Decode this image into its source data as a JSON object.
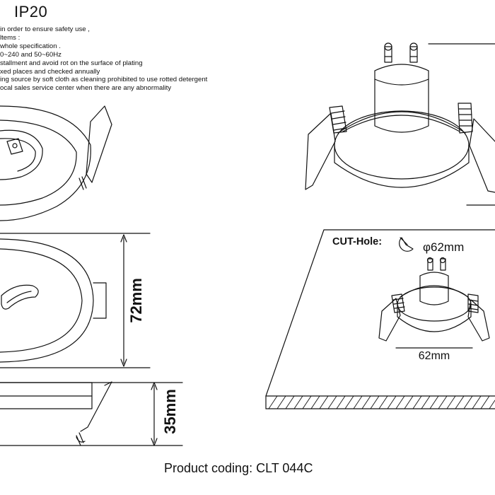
{
  "title": "IP20",
  "notes": [
    "in order to ensure safety use ,",
    "ltems :",
    "whole specification .",
    "0~240 and 50~60Hz",
    "stallment and avoid rot on the surface of plating",
    "xed places and checked annually",
    "ing source by soft cloth as cleaning prohibited to use rotted detergent",
    "ocal sales service center when there are any abnormality"
  ],
  "dimensions": {
    "diameter": "72mm",
    "height": "35mm"
  },
  "cut_hole": {
    "label": "CUT-Hole:",
    "diameter": "φ62mm",
    "width": "62mm"
  },
  "product_code": "Product coding: CLT 044C"
}
